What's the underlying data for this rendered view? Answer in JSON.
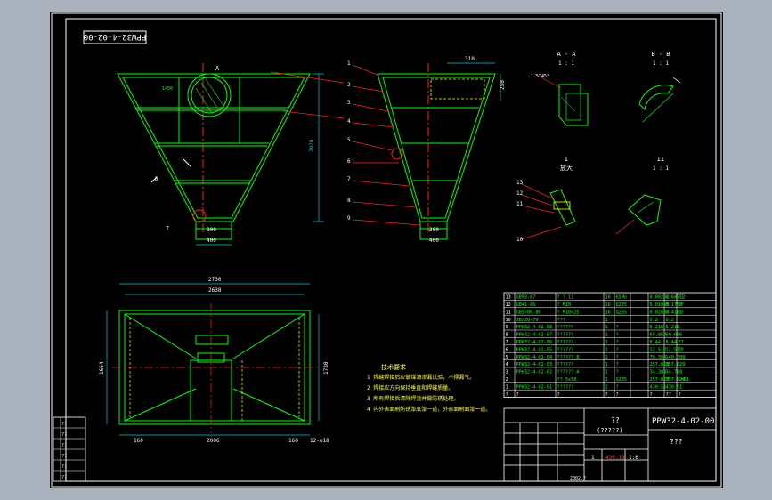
{
  "drawing": {
    "number": "PPW32-4-02-00",
    "number_mirrored": "PPW32-4-02-00",
    "title_placeholder": "??",
    "title_sub": "(?????)",
    "company_placeholder": "???",
    "scale": "1:6",
    "weight": "430.19",
    "sheet": "1"
  },
  "sections": {
    "aa_label": "A - A",
    "aa_scale": "1 : 1",
    "bb_label": "B - B",
    "bb_scale": "1 : 1",
    "detail_label": "I",
    "detail_note": "放大",
    "detail2_label": "II",
    "detail2_scale": "1 : 1"
  },
  "dimensions": {
    "front_width_bottom": "300",
    "front_width_base": "400",
    "front_height": "2970",
    "side_top": "310",
    "side_right": "250",
    "side_bottom1": "300",
    "side_bottom2": "400",
    "plan_total": "2730",
    "plan_inner": "2638",
    "plan_left": "1664",
    "plan_right": "1780",
    "plan_bottom_left": "160",
    "plan_bottom_mid": "2006",
    "plan_bottom_right": "160",
    "plan_hole": "12-φ18"
  },
  "notes": {
    "title": "技术要求",
    "items": [
      "1 焊缝焊接后应做煤油渗漏试验，不得漏气。",
      "2 焊接应方向保持垂直和焊缝质量。",
      "3 所有焊接后清除焊渣并做防锈处理。",
      "4 内外表面刷防锈漆底漆一道，外表面刷面漆一道。"
    ]
  },
  "bom": [
    {
      "no": "13",
      "code": "GB93-87",
      "name": "? ? 11",
      "qty": "16",
      "mat": "65Mn",
      "w1": "0.00282",
      "w2": "0.04512",
      "note": "??"
    },
    {
      "no": "12",
      "code": "GB41-86",
      "name": "? M10",
      "qty": "16",
      "mat": "Q235",
      "w1": "0.01099",
      "w2": "0.1758",
      "note": "??"
    },
    {
      "no": "11",
      "code": "GB5780-86",
      "name": "? M10x25",
      "qty": "16",
      "mat": "Q235",
      "w1": "0.02603",
      "w2": "0.4161",
      "note": "??"
    },
    {
      "no": "10",
      "code": "JB/ZQ-79",
      "name": "???",
      "qty": "1",
      "mat": "",
      "w1": "0.2",
      "w2": "0.2",
      "note": ""
    },
    {
      "no": "9",
      "code": "PPW32-4-02-08",
      "name": "??????",
      "qty": "1",
      "mat": "?",
      "w1": "5.218",
      "w2": "5.218",
      "note": ""
    },
    {
      "no": "8",
      "code": "PPW32-4-02-07",
      "name": "??????",
      "qty": "1",
      "mat": "?",
      "w1": "60.862",
      "w2": "60.686",
      "note": ""
    },
    {
      "no": "7",
      "code": "PPW32-4-02-06",
      "name": "??????",
      "qty": "1",
      "mat": "?",
      "w1": "8.44",
      "w2": "8.44",
      "note": "??"
    },
    {
      "no": "6",
      "code": "PPW32-4-02-05",
      "name": "??????",
      "qty": "1",
      "mat": "?",
      "w1": "12.512",
      "w2": "12.512",
      "note": "??"
    },
    {
      "no": "5",
      "code": "PPW32-4-02-04",
      "name": "?????? B",
      "qty": "1",
      "mat": "?",
      "w1": "70.394",
      "w2": "140.788",
      "note": ""
    },
    {
      "no": "4",
      "code": "PPW32-4-02-03",
      "name": "??????",
      "qty": "1",
      "mat": "?",
      "w1": "257.829",
      "w2": "257.829",
      "note": ""
    },
    {
      "no": "3",
      "code": "PPW32-4-02-02",
      "name": "?????? A",
      "qty": "1",
      "mat": "?",
      "w1": "34.384",
      "w2": "34.788",
      "note": ""
    },
    {
      "no": "2",
      "code": "",
      "name": "?? 5x50",
      "qty": "1",
      "mat": "Q235",
      "w1": "257.829",
      "w2": "257.829",
      "note": "L=51"
    },
    {
      "no": "1",
      "code": "PPW32-4-02-01",
      "name": "??????",
      "qty": "1",
      "mat": "?",
      "w1": "430.51",
      "w2": "430.51",
      "note": ""
    }
  ],
  "bom_header": {
    "c1": "?",
    "c2": "?",
    "c3": "?",
    "c4": "?",
    "c5": "?",
    "c6": "?",
    "c7": "??",
    "c8": "?"
  },
  "title_block": {
    "r1": [
      "? ?",
      "? ?",
      "???",
      "? ?",
      "??"
    ],
    "r2": [
      "? ?",
      "? ?",
      "? ?",
      "2002.?",
      "? ?"
    ],
    "tags": [
      "??",
      "?",
      "?(kg)",
      "?"
    ],
    "date": "2002.?"
  },
  "colors": {
    "geometry": "#00ff00",
    "frame": "#ffffff",
    "centerline": "#ff2020",
    "leader": "#ff2020",
    "hidden": "#ffff00",
    "dim": "#00c8c8",
    "text": "#ffffff",
    "bom_text": "#00ff00",
    "weight_text": "#ff4040"
  }
}
